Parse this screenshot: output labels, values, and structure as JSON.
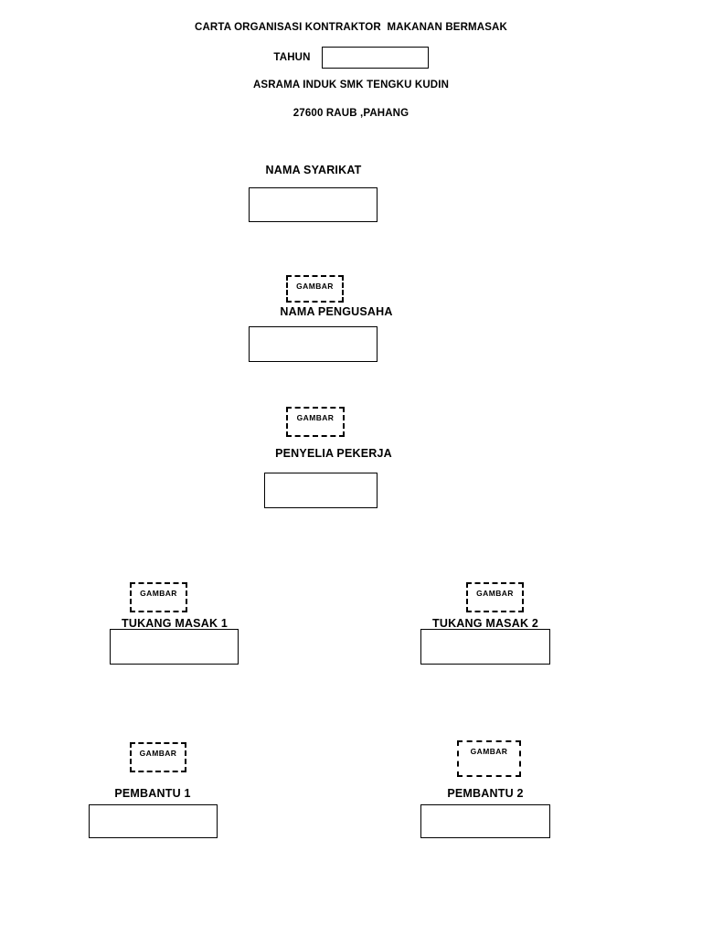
{
  "header": {
    "title": "CARTA ORGANISASI KONTRAKTOR  MAKANAN BERMASAK",
    "tahun_label": "TAHUN",
    "tahun_value": "",
    "address_line_1": "ASRAMA INDUK SMK TENGKU KUDIN",
    "address_line_2": "27600 RAUB ,PAHANG"
  },
  "photo_placeholder_label": "GAMBAR",
  "nodes": [
    {
      "id": "nama-syarikat",
      "label": "NAMA SYARIKAT",
      "value": "",
      "has_photo": false
    },
    {
      "id": "nama-pengusaha",
      "label": "NAMA PENGUSAHA",
      "value": "",
      "has_photo": true,
      "photo_label": "GAMBAR"
    },
    {
      "id": "penyelia-pekerja",
      "label": "PENYELIA PEKERJA",
      "value": "",
      "has_photo": true,
      "photo_label": "GAMBAR"
    },
    {
      "id": "tukang-masak-1",
      "label": "TUKANG MASAK 1",
      "value": "",
      "has_photo": true,
      "photo_label": "GAMBAR"
    },
    {
      "id": "tukang-masak-2",
      "label": "TUKANG MASAK 2",
      "value": "",
      "has_photo": true,
      "photo_label": "GAMBAR"
    },
    {
      "id": "pembantu-1",
      "label": "PEMBANTU 1",
      "value": "",
      "has_photo": true,
      "photo_label": "GAMBAR"
    },
    {
      "id": "pembantu-2",
      "label": "PEMBANTU 2",
      "value": "",
      "has_photo": true,
      "photo_label": "GAMBAR"
    }
  ],
  "colors": {
    "page_background": "#ffffff",
    "ink": "#000000",
    "box_border": "#000000"
  }
}
